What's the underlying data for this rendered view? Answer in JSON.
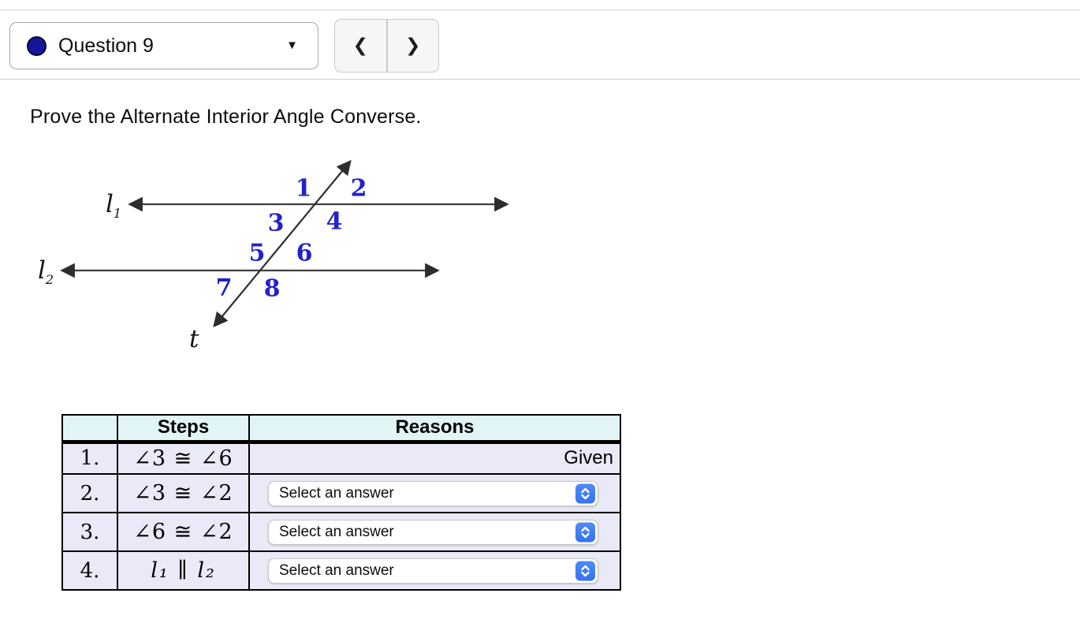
{
  "colors": {
    "accent_blue": "#3d7bf5",
    "angle_label_blue": "#2222cc",
    "question_dot_navy": "#16169b",
    "table_header_bg": "#e1f5f6",
    "table_row_bg": "#e9e9f7",
    "diagram_line": "#3f3f3f"
  },
  "header": {
    "question_label": "Question 9",
    "dropdown_caret_icon": "▼",
    "prev_icon": "❮",
    "next_icon": "❯"
  },
  "prompt": "Prove the Alternate Interior Angle Converse.",
  "diagram": {
    "lines": [
      {
        "label": "l",
        "sub": "1"
      },
      {
        "label": "l",
        "sub": "2"
      }
    ],
    "transversal_label": "t",
    "angles": [
      "1",
      "2",
      "3",
      "4",
      "5",
      "6",
      "7",
      "8"
    ]
  },
  "table": {
    "headers": {
      "num": "",
      "steps": "Steps",
      "reasons": "Reasons"
    },
    "rows": [
      {
        "num": "1.",
        "step": "∠3 ≅ ∠6",
        "reason": "Given"
      },
      {
        "num": "2.",
        "step": "∠3 ≅ ∠2",
        "reason": "Select an answer"
      },
      {
        "num": "3.",
        "step": "∠6 ≅ ∠2",
        "reason": "Select an answer"
      },
      {
        "num": "4.",
        "step": "l₁ ∥ l₂",
        "reason": "Select an answer"
      }
    ]
  }
}
